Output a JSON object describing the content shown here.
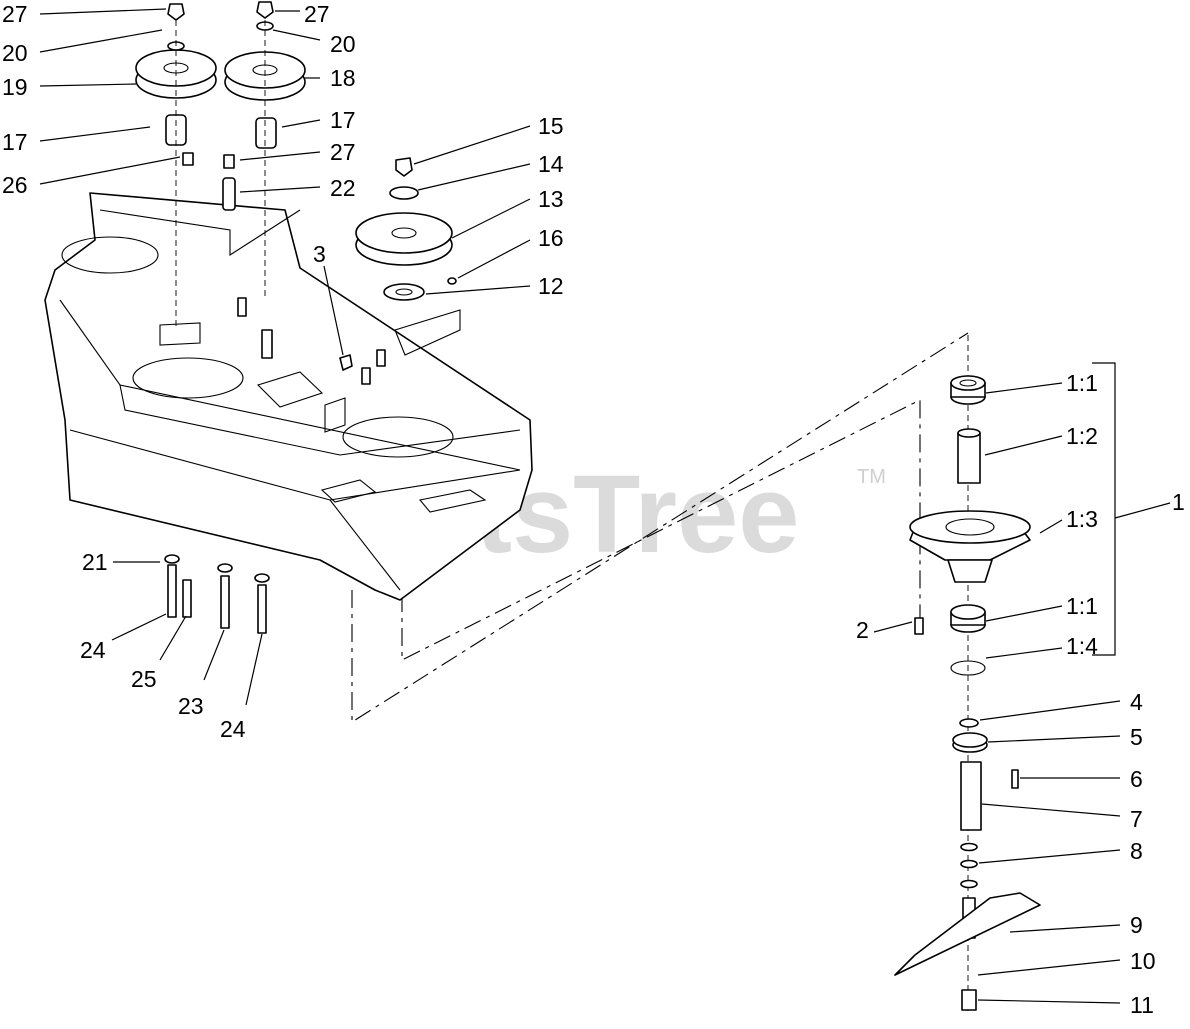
{
  "diagram": {
    "watermark": "PartsTree",
    "trademark": "TM",
    "callouts": [
      "27",
      "20",
      "19",
      "17",
      "26",
      "27",
      "20",
      "18",
      "17",
      "27",
      "22",
      "15",
      "14",
      "13",
      "16",
      "12",
      "3",
      "1:1",
      "1:2",
      "1:3",
      "1",
      "1:1",
      "2",
      "1:4",
      "4",
      "5",
      "6",
      "7",
      "8",
      "9",
      "10",
      "11",
      "21",
      "24",
      "25",
      "23",
      "24"
    ]
  }
}
